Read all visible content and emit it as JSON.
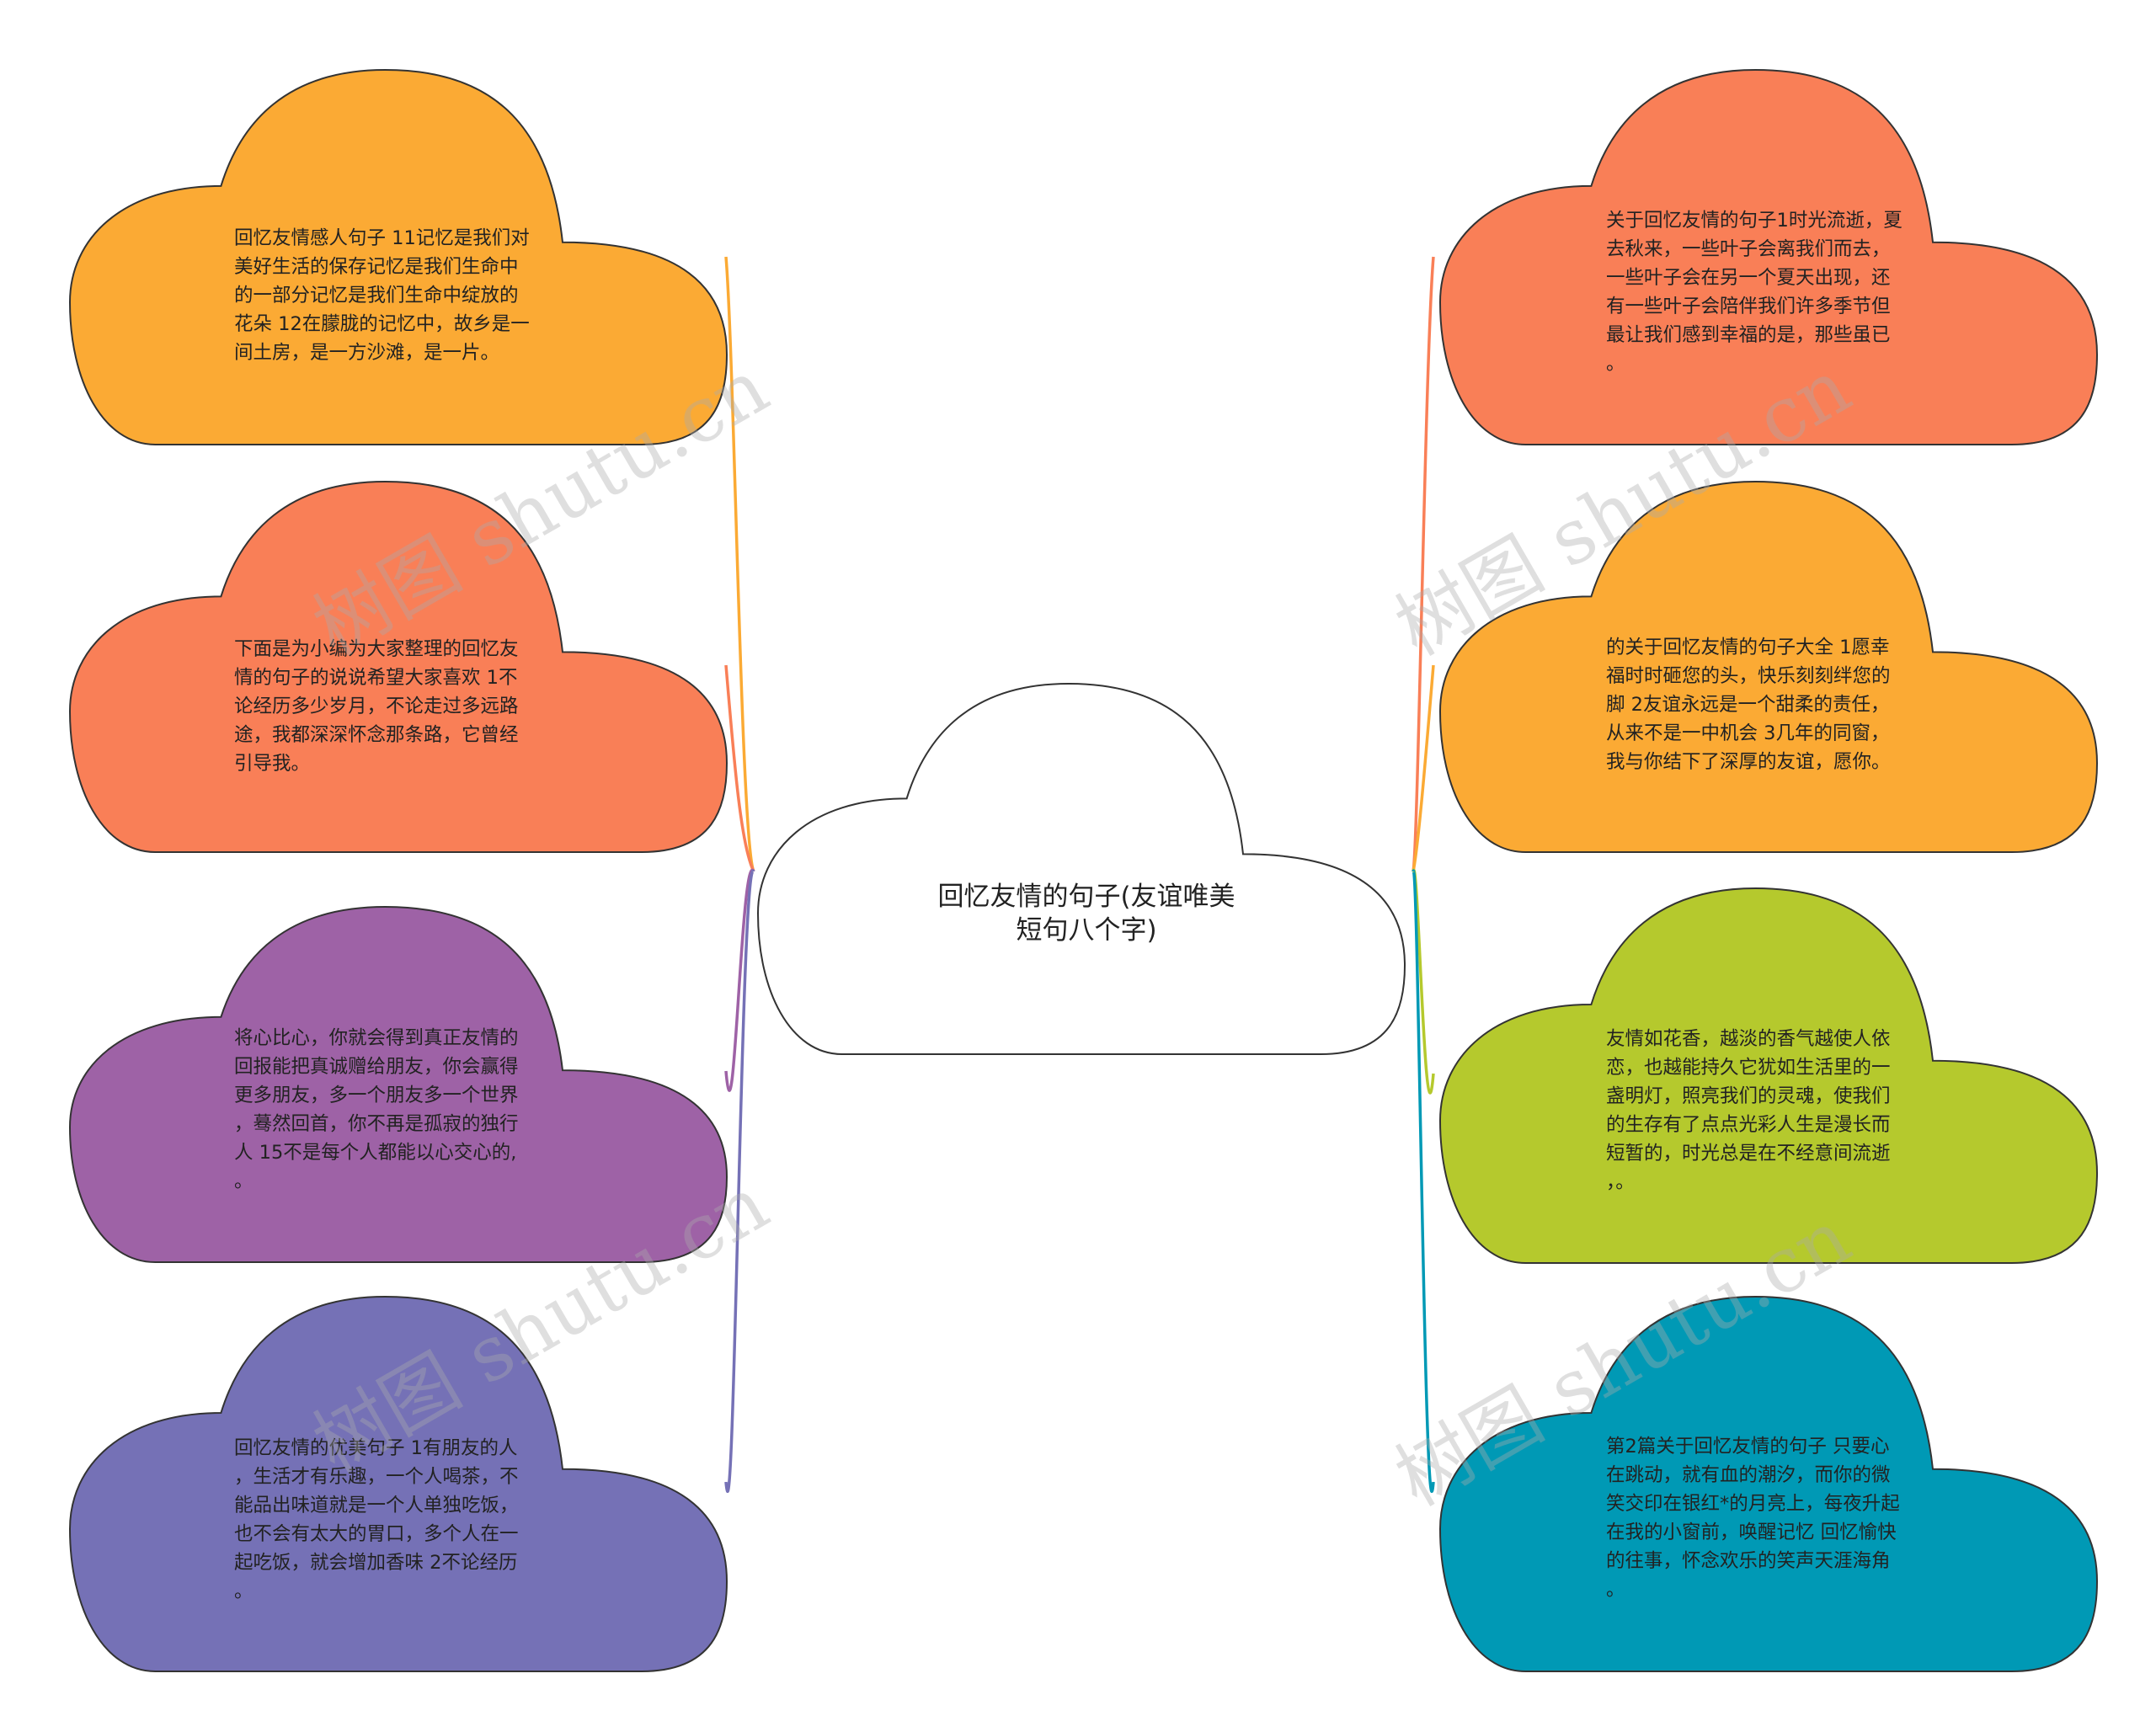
{
  "center": {
    "text": "回忆友情的句子(友谊唯美\n短句八个字)",
    "fill": "#ffffff"
  },
  "nodes": [
    {
      "id": "left-1",
      "side": "left",
      "color": "#FBAA34",
      "text": "回忆友情感人句子 11记忆是我们对\n美好生活的保存记忆是我们生命中\n的一部分记忆是我们生命中绽放的\n花朵 12在朦胧的记忆中，故乡是一\n间土房，是一方沙滩，是一片。"
    },
    {
      "id": "left-2",
      "side": "left",
      "color": "#F97F57",
      "text": "下面是为小编为大家整理的回忆友\n情的句子的说说希望大家喜欢 1不\n论经历多少岁月，不论走过多远路\n途，我都深深怀念那条路，它曾经\n引导我。"
    },
    {
      "id": "left-3",
      "side": "left",
      "color": "#9E62A6",
      "text": "将心比心，你就会得到真正友情的\n回报能把真诚赠给朋友，你会赢得\n更多朋友，多一个朋友多一个世界\n，蓦然回首，你不再是孤寂的独行\n人 15不是每个人都能以心交心的,\n。"
    },
    {
      "id": "left-4",
      "side": "left",
      "color": "#7571B6",
      "text": "回忆友情的优美句子 1有朋友的人\n，生活才有乐趣，一个人喝茶，不\n能品出味道就是一个人单独吃饭，\n也不会有太大的胃口，多个人在一\n起吃饭，就会增加香味 2不论经历\n。"
    },
    {
      "id": "right-1",
      "side": "right",
      "color": "#F97F57",
      "text": "关于回忆友情的句子1时光流逝，夏\n去秋来，一些叶子会离我们而去，\n一些叶子会在另一个夏天出现，还\n有一些叶子会陪伴我们许多季节但\n最让我们感到幸福的是，那些虽已\n。"
    },
    {
      "id": "right-2",
      "side": "right",
      "color": "#FBAA34",
      "text": "的关于回忆友情的句子大全 1愿幸\n福时时砸您的头，快乐刻刻绊您的\n脚 2友谊永远是一个甜柔的责任，\n从来不是一中机会 3几年的同窗，\n我与你结下了深厚的友谊，愿你。"
    },
    {
      "id": "right-3",
      "side": "right",
      "color": "#B5C92D",
      "text": "友情如花香，越淡的香气越使人依\n恋，也越能持久它犹如生活里的一\n盏明灯，照亮我们的灵魂，使我们\n的生存有了点点光彩人生是漫长而\n短暂的，时光总是在不经意间流逝\n，。"
    },
    {
      "id": "right-4",
      "side": "right",
      "color": "#0099B5",
      "text": "第2篇关于回忆友情的句子 只要心\n在跳动，就有血的潮汐，而你的微\n笑交印在银红*的月亮上，每夜升起\n在我的小窗前，唤醒记忆 回忆愉快\n的往事，怀念欢乐的笑声天涯海角\n。"
    }
  ],
  "watermark": "树图 shutu.cn",
  "stroke_color": "#333333"
}
